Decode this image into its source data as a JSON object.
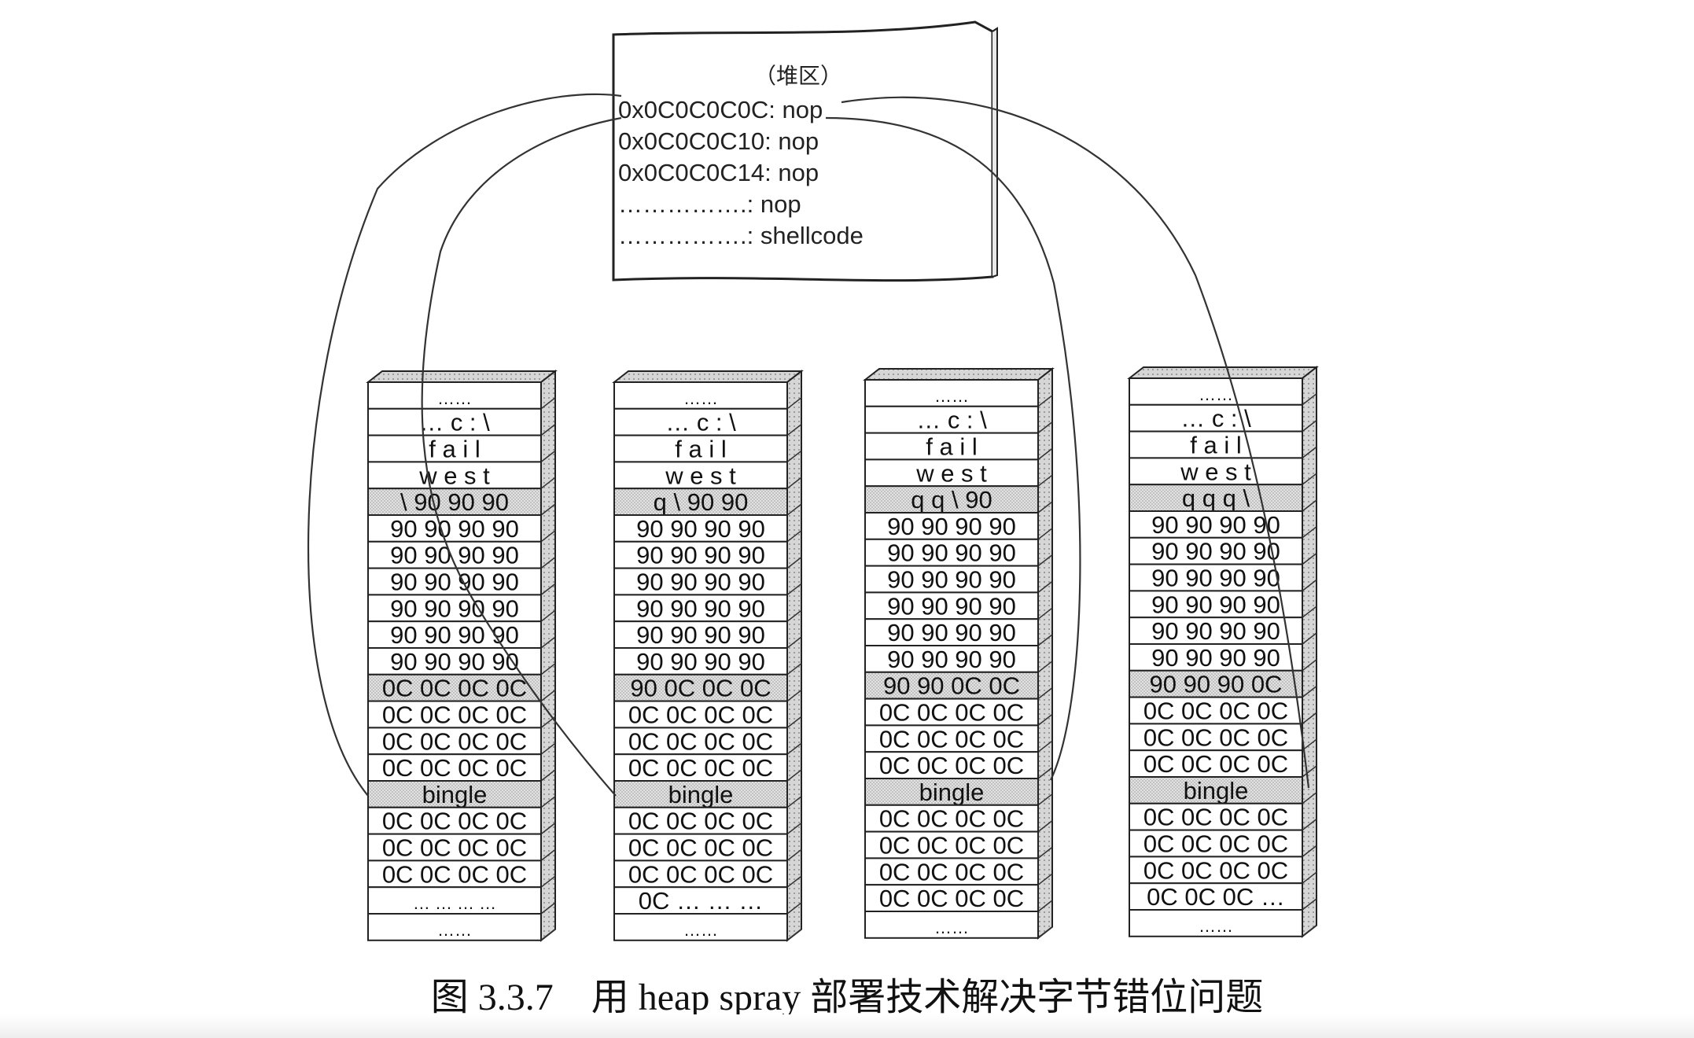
{
  "heap": {
    "title": "（堆区）",
    "lines": [
      "0x0C0C0C0C: nop",
      "0x0C0C0C10: nop",
      "0x0C0C0C14: nop",
      "…………….: nop",
      "…………….: shellcode"
    ]
  },
  "stacks": [
    {
      "rows": [
        {
          "text": "……",
          "shade": false
        },
        {
          "text": "… c : \\",
          "shade": false
        },
        {
          "text": "f a i l",
          "shade": false
        },
        {
          "text": "w e s t",
          "shade": false
        },
        {
          "text": "\\ 90 90 90",
          "shade": true
        },
        {
          "text": "90 90 90 90",
          "shade": false
        },
        {
          "text": "90 90 90 90",
          "shade": false
        },
        {
          "text": "90 90 90 90",
          "shade": false
        },
        {
          "text": "90 90 90 90",
          "shade": false
        },
        {
          "text": "90 90 90 90",
          "shade": false
        },
        {
          "text": "90 90 90 90",
          "shade": false
        },
        {
          "text": "0C 0C 0C 0C",
          "shade": true
        },
        {
          "text": "0C 0C 0C 0C",
          "shade": false
        },
        {
          "text": "0C 0C 0C 0C",
          "shade": false
        },
        {
          "text": "0C 0C 0C 0C",
          "shade": false
        },
        {
          "text": "bingle",
          "shade": true
        },
        {
          "text": "0C 0C 0C 0C",
          "shade": false
        },
        {
          "text": "0C 0C 0C 0C",
          "shade": false
        },
        {
          "text": "0C 0C 0C 0C",
          "shade": false
        },
        {
          "text": "… … … …",
          "shade": false
        },
        {
          "text": "……",
          "shade": false
        }
      ]
    },
    {
      "rows": [
        {
          "text": "……",
          "shade": false
        },
        {
          "text": "… c : \\",
          "shade": false
        },
        {
          "text": "f a i l",
          "shade": false
        },
        {
          "text": "w e s t",
          "shade": false
        },
        {
          "text": "q \\ 90 90",
          "shade": true
        },
        {
          "text": "90 90 90 90",
          "shade": false
        },
        {
          "text": "90 90 90 90",
          "shade": false
        },
        {
          "text": "90 90 90 90",
          "shade": false
        },
        {
          "text": "90 90 90 90",
          "shade": false
        },
        {
          "text": "90 90 90 90",
          "shade": false
        },
        {
          "text": "90 90 90 90",
          "shade": false
        },
        {
          "text": "90 0C 0C 0C",
          "shade": true
        },
        {
          "text": "0C 0C 0C 0C",
          "shade": false
        },
        {
          "text": "0C 0C 0C 0C",
          "shade": false
        },
        {
          "text": "0C 0C 0C 0C",
          "shade": false
        },
        {
          "text": "bingle",
          "shade": true
        },
        {
          "text": "0C 0C 0C 0C",
          "shade": false
        },
        {
          "text": "0C 0C 0C 0C",
          "shade": false
        },
        {
          "text": "0C 0C 0C 0C",
          "shade": false
        },
        {
          "text": "0C … … …",
          "shade": false
        },
        {
          "text": "……",
          "shade": false
        }
      ]
    },
    {
      "rows": [
        {
          "text": "……",
          "shade": false
        },
        {
          "text": "… c : \\",
          "shade": false
        },
        {
          "text": "f a i l",
          "shade": false
        },
        {
          "text": "w e s t",
          "shade": false
        },
        {
          "text": "q q \\ 90",
          "shade": true
        },
        {
          "text": "90 90 90 90",
          "shade": false
        },
        {
          "text": "90 90 90 90",
          "shade": false
        },
        {
          "text": "90 90 90 90",
          "shade": false
        },
        {
          "text": "90 90 90 90",
          "shade": false
        },
        {
          "text": "90 90 90 90",
          "shade": false
        },
        {
          "text": "90 90 90 90",
          "shade": false
        },
        {
          "text": "90 90 0C 0C",
          "shade": true
        },
        {
          "text": "0C 0C 0C 0C",
          "shade": false
        },
        {
          "text": "0C 0C 0C 0C",
          "shade": false
        },
        {
          "text": "0C 0C 0C 0C",
          "shade": false
        },
        {
          "text": "bingle",
          "shade": true
        },
        {
          "text": "0C 0C 0C 0C",
          "shade": false
        },
        {
          "text": "0C 0C 0C 0C",
          "shade": false
        },
        {
          "text": "0C 0C 0C 0C",
          "shade": false
        },
        {
          "text": "0C 0C 0C 0C",
          "shade": false
        },
        {
          "text": "……",
          "shade": false
        }
      ]
    },
    {
      "rows": [
        {
          "text": "……",
          "shade": false
        },
        {
          "text": "… c : \\",
          "shade": false
        },
        {
          "text": "f a i l",
          "shade": false
        },
        {
          "text": "w e s t",
          "shade": false
        },
        {
          "text": "q q q \\",
          "shade": true
        },
        {
          "text": "90 90 90 90",
          "shade": false
        },
        {
          "text": "90 90 90 90",
          "shade": false
        },
        {
          "text": "90 90 90 90",
          "shade": false
        },
        {
          "text": "90 90 90 90",
          "shade": false
        },
        {
          "text": "90 90 90 90",
          "shade": false
        },
        {
          "text": "90 90 90 90",
          "shade": false
        },
        {
          "text": "90 90 90 0C",
          "shade": true
        },
        {
          "text": "0C 0C 0C 0C",
          "shade": false
        },
        {
          "text": "0C 0C 0C 0C",
          "shade": false
        },
        {
          "text": "0C 0C 0C 0C",
          "shade": false
        },
        {
          "text": "bingle",
          "shade": true
        },
        {
          "text": "0C 0C 0C 0C",
          "shade": false
        },
        {
          "text": "0C 0C 0C 0C",
          "shade": false
        },
        {
          "text": "0C 0C 0C 0C",
          "shade": false
        },
        {
          "text": "0C 0C 0C …",
          "shade": false
        },
        {
          "text": "……",
          "shade": false
        }
      ]
    }
  ],
  "caption": "图 3.3.7　用 heap spray 部署技术解决字节错位问题"
}
